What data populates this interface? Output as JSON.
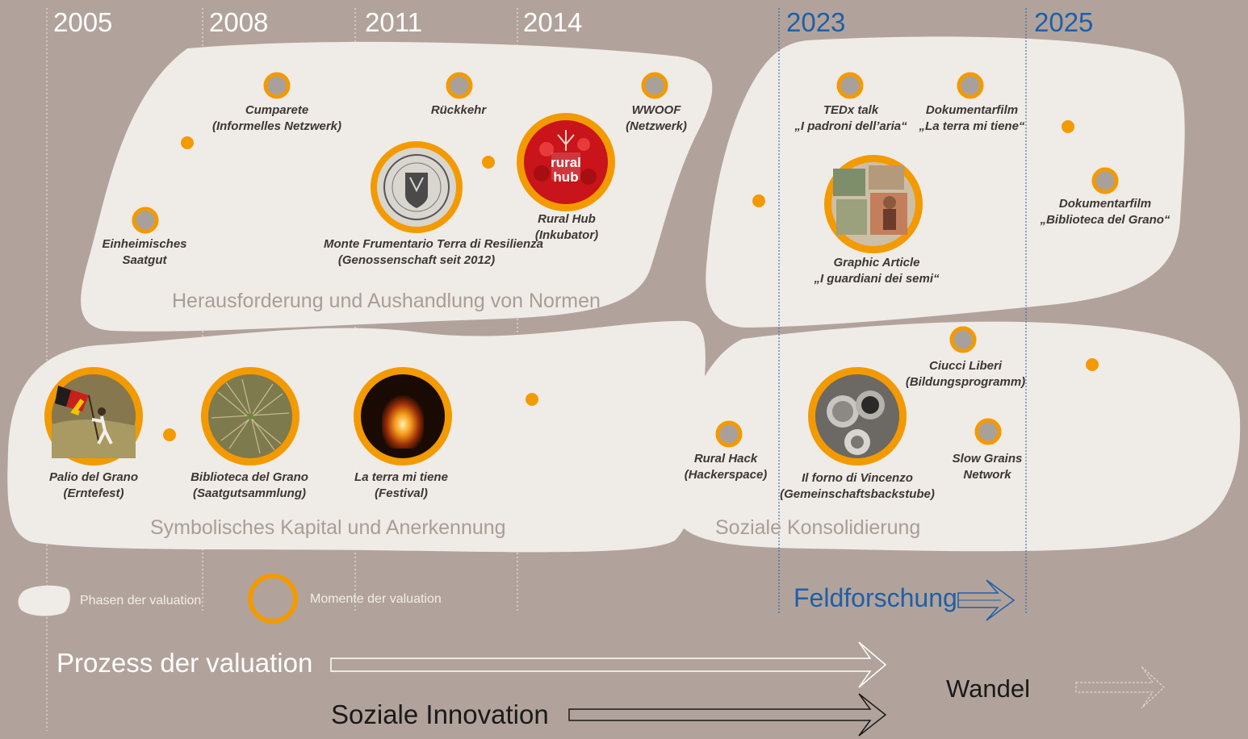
{
  "years": [
    {
      "id": "y2005",
      "label": "2005"
    },
    {
      "id": "y2008",
      "label": "2008"
    },
    {
      "id": "y2011",
      "label": "2011"
    },
    {
      "id": "y2014",
      "label": "2014"
    },
    {
      "id": "y2023",
      "label": "2023"
    },
    {
      "id": "y2025",
      "label": "2025"
    }
  ],
  "phases": {
    "normen": "Herausforderung und Aushandlung von Normen",
    "kapital": "Symbolisches Kapital und Anerkennung",
    "konsolidierung": "Soziale Konsolidierung"
  },
  "moments": {
    "einheimisches": [
      "Einheimisches",
      "Saatgut"
    ],
    "cumparete": [
      "Cumparete",
      "(Informelles Netzwerk)"
    ],
    "rueckkehr": [
      "Rückkehr"
    ],
    "monte": [
      "Monte Frumentario Terra di Resilienza",
      "(Genossenschaft seit 2012)"
    ],
    "ruralhub": [
      "Rural Hub",
      "(Inkubator)"
    ],
    "wwoof": [
      "WWOOF",
      "(Netzwerk)"
    ],
    "tedx": [
      "TEDx talk",
      "„I padroni dell’aria“"
    ],
    "doku1": [
      "Dokumentarfilm",
      "„La terra mi tiene“"
    ],
    "graphic": [
      "Graphic Article",
      "„I guardiani dei semi“"
    ],
    "doku2": [
      "Dokumentarfilm",
      "„Biblioteca del Grano“"
    ],
    "palio": [
      "Palio del Grano",
      "(Erntefest)"
    ],
    "biblioteca": [
      "Biblioteca del Grano",
      "(Saatgutsammlung)"
    ],
    "terra": [
      "La terra mi tiene",
      "(Festival)"
    ],
    "ciucci": [
      "Ciucci Liberi",
      "(Bildungsprogramm)"
    ],
    "ruralhack": [
      "Rural Hack",
      "(Hackerspace)"
    ],
    "forno": [
      "Il forno di Vincenzo",
      "(Gemeinschaftsbackstube)"
    ],
    "slow": [
      "Slow Grains",
      "Network"
    ]
  },
  "ruralhub_logo": "rural hub",
  "legend": {
    "phases": "Phasen der  valuation",
    "moments": "Momente der valuation"
  },
  "feldforschung": "Feldforschung",
  "prozess": "Prozess der valuation",
  "innovation": "Soziale Innovation",
  "wandel": "Wandel",
  "colors": {
    "background": "#b1a39b",
    "phase_fill": "#efebe6",
    "moment_ring": "#f39a00",
    "field_blue": "#1f5fa8",
    "label_text": "#3d3733"
  },
  "icons": [
    "filled-circle-icon",
    "ring-icon",
    "photo-ring-icon",
    "double-arrow-icon",
    "blob-icon"
  ]
}
